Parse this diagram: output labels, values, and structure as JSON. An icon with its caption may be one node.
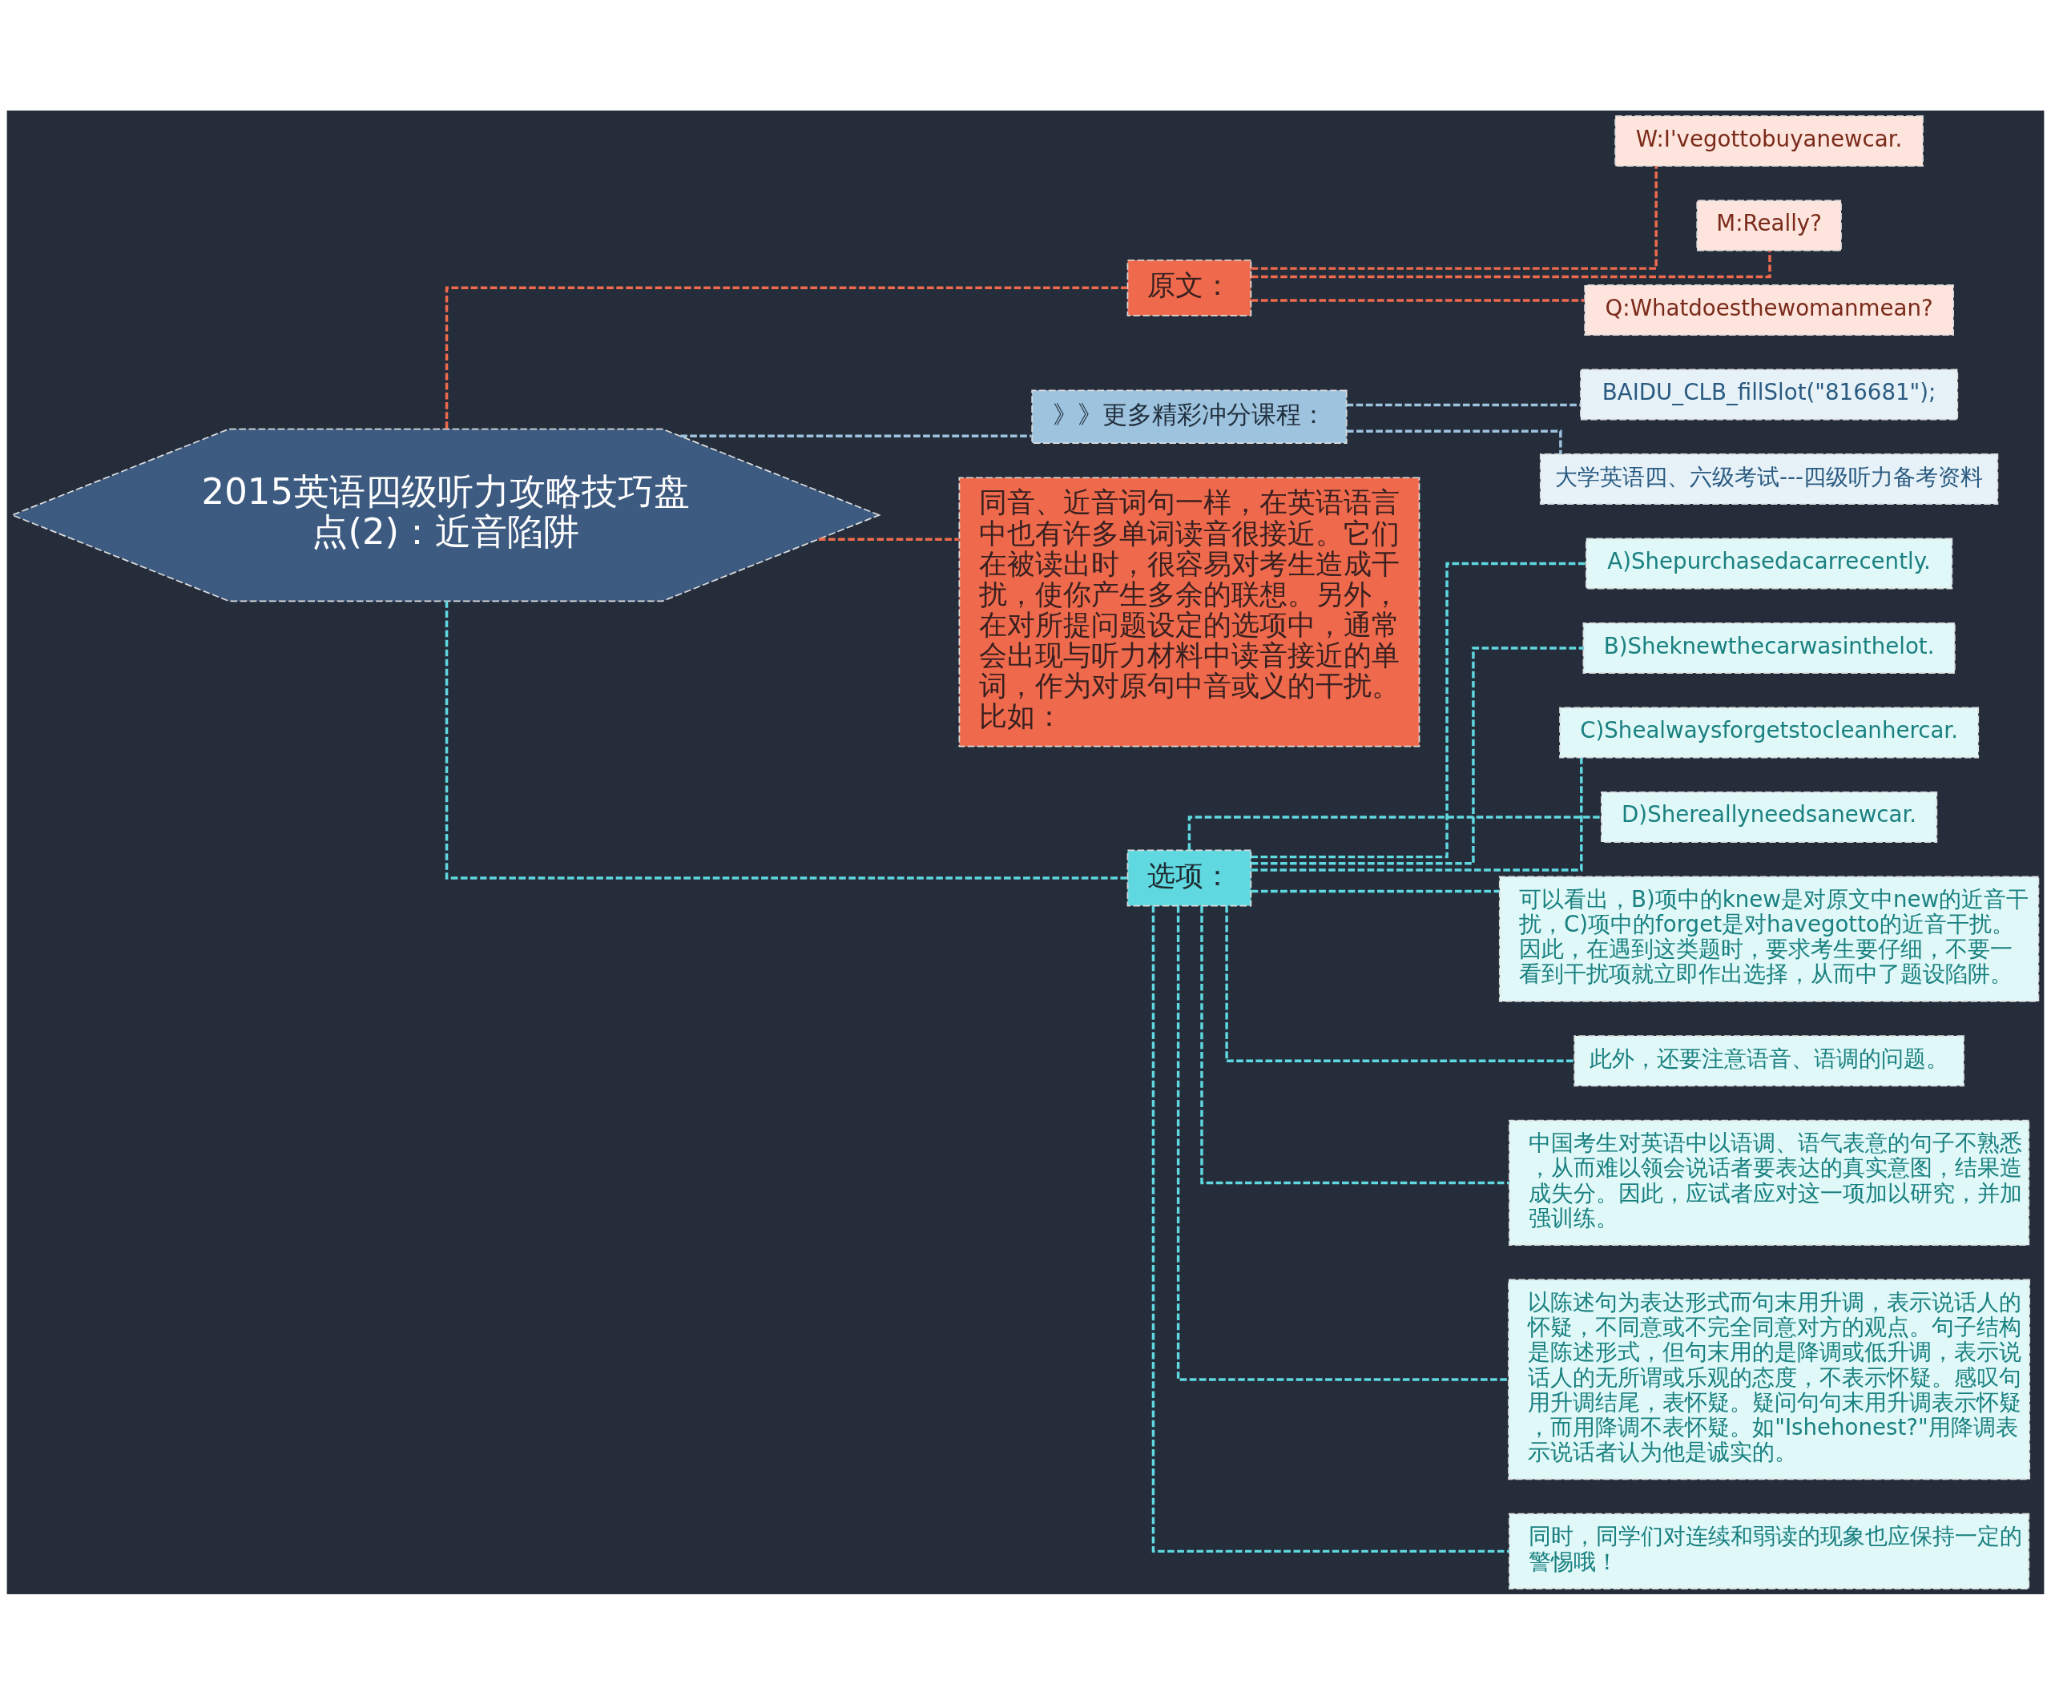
{
  "diagram": {
    "nodes": [
      {
        "text": [
          "2015英语四级听力攻略技巧盘点(2)：近音陷阱"
        ]
      },
      {
        "text": [
          "原文："
        ]
      },
      {
        "text": [
          "W:I'vegottobuyanewcar."
        ]
      },
      {
        "text": [
          "M:Really?"
        ]
      },
      {
        "text": [
          "Q:Whatdoesthewomanmean?"
        ]
      },
      {
        "text": [
          "》》更多精彩冲分课程："
        ]
      },
      {
        "text": [
          "BAIDU_CLB_fillSlot(\"816681\");"
        ]
      },
      {
        "text": [
          "大学英语四、六级考试---四级听力备考资料"
        ]
      },
      {
        "text": [
          "同音、近音词句一样，在英语语言中也有许多单词读音很接近。它们在被读出时，很容易对考生造成干扰，使你产生多余的联想。另外，在对所提问题设定的选项中，通常会出现与听力材料中读音接近的单词，作为对原句中音或义的干扰。比如："
        ]
      },
      {
        "text": [
          "选项："
        ]
      },
      {
        "text": [
          "A)Shepurchasedacarrecently."
        ]
      },
      {
        "text": [
          "B)Sheknewthecarwasinthelot."
        ]
      },
      {
        "text": [
          "C)Shealwaysforgetstocleanhercar."
        ]
      },
      {
        "text": [
          "D)Shereallyneedsanewcar."
        ]
      },
      {
        "text": [
          "可以看出，B)项中的knew是对原文中new的近音干扰，C)项中的forget是对havegotto的近音干扰。因此，在遇到这类题时，要求考生要仔细，不要一看到干扰项就立即作出选择，从而中了题设陷阱。"
        ]
      },
      {
        "text": [
          "此外，还要注意语音、语调的问题。"
        ]
      },
      {
        "text": [
          "中国考生对英语中以语调、语气表意的句子不熟悉，从而难以领会说话者要表达的真实意图，结果造成失分。因此，应试者应对这一项加以研究，并加强训练。"
        ]
      },
      {
        "text": [
          "以陈述句为表达形式而句末用升调，表示说话人的怀疑，不同意或不完全同意对方的观点。句子结构是陈述形式，但句末用的是降调或低升调，表示说话人的无所谓或乐观的态度，不表示怀疑。感叹句用升调结尾，表怀疑。疑问句句末用升调表示怀疑，而用降调不表怀疑。如\"Ishehonest?\"用降调表示说话者认为他是诚实的。"
        ]
      },
      {
        "text": [
          "同时，同学们对连续和弱读的现象也应保持一定的警惕哦！"
        ]
      }
    ],
    "edges": [
      {
        "from": 0,
        "to": 1,
        "arrow": "none",
        "style": "dashed",
        "color": "#ef6a4c"
      },
      {
        "from": 1,
        "to": 2,
        "arrow": "none",
        "style": "dashed",
        "color": "#ef6a4c"
      },
      {
        "from": 1,
        "to": 3,
        "arrow": "none",
        "style": "dashed",
        "color": "#ef6a4c"
      },
      {
        "from": 1,
        "to": 4,
        "arrow": "none",
        "style": "dashed",
        "color": "#ef6a4c"
      },
      {
        "from": 0,
        "to": 5,
        "arrow": "none",
        "style": "dashed",
        "color": "#9ec3de"
      },
      {
        "from": 5,
        "to": 6,
        "arrow": "none",
        "style": "dashed",
        "color": "#9ec3de"
      },
      {
        "from": 5,
        "to": 7,
        "arrow": "none",
        "style": "dashed",
        "color": "#9ec3de"
      },
      {
        "from": 0,
        "to": 8,
        "arrow": "none",
        "style": "dashed",
        "color": "#ef6a4c"
      },
      {
        "from": 0,
        "to": 9,
        "arrow": "none",
        "style": "dashed"
      },
      {
        "from": 9,
        "to": 10,
        "arrow": "none",
        "style": "dashed"
      },
      {
        "from": 9,
        "to": 11,
        "arrow": "none",
        "style": "dashed"
      },
      {
        "from": 9,
        "to": 12,
        "arrow": "none",
        "style": "dashed"
      },
      {
        "from": 9,
        "to": 13,
        "arrow": "none",
        "style": "dashed"
      },
      {
        "from": 9,
        "to": 14,
        "arrow": "none",
        "style": "dashed"
      },
      {
        "from": 9,
        "to": 15,
        "arrow": "none",
        "style": "dashed"
      },
      {
        "from": 9,
        "to": 16,
        "arrow": "none",
        "style": "dashed"
      },
      {
        "from": 9,
        "to": 17,
        "arrow": "none",
        "style": "dashed"
      },
      {
        "from": 9,
        "to": 18,
        "arrow": "none",
        "style": "dashed"
      }
    ]
  }
}
